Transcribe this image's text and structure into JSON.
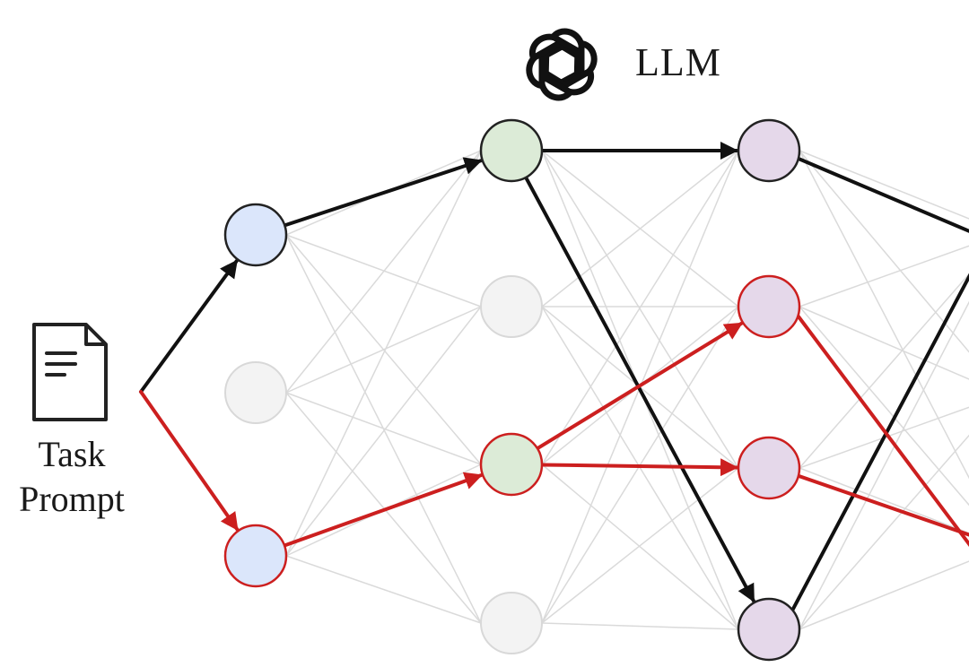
{
  "model": {
    "label": "LLM",
    "icon": "openai-logo-icon"
  },
  "input": {
    "label_line1": "Task",
    "label_line2": "Prompt",
    "icon": "document-icon"
  },
  "colors": {
    "path_black": "#111111",
    "path_red": "#cc1f1f",
    "grid_edge": "#dadada",
    "node_blue": "#dbe6fb",
    "node_green": "#dcebd7",
    "node_purple": "#e5d8ea",
    "node_inactive": "#f3f3f3",
    "node_inactive_stroke": "#d8d8d8"
  },
  "graph": {
    "layers": [
      {
        "id": "L1",
        "nodes": [
          {
            "id": "n1_0",
            "state": "blue"
          },
          {
            "id": "n1_1",
            "state": "inactive"
          },
          {
            "id": "n1_2",
            "state": "blue"
          }
        ]
      },
      {
        "id": "L2",
        "nodes": [
          {
            "id": "n2_0",
            "state": "green"
          },
          {
            "id": "n2_1",
            "state": "inactive"
          },
          {
            "id": "n2_2",
            "state": "green"
          },
          {
            "id": "n2_3",
            "state": "inactive"
          }
        ]
      },
      {
        "id": "L3",
        "nodes": [
          {
            "id": "n3_0",
            "state": "purple"
          },
          {
            "id": "n3_1",
            "state": "purple"
          },
          {
            "id": "n3_2",
            "state": "purple"
          },
          {
            "id": "n3_3",
            "state": "purple"
          }
        ]
      }
    ],
    "black_path": [
      [
        "input",
        "n1_0"
      ],
      [
        "n1_0",
        "n2_0"
      ],
      [
        "n2_0",
        "n3_0"
      ],
      [
        "n2_0",
        "n3_3"
      ]
    ],
    "red_path": [
      [
        "input",
        "n1_2"
      ],
      [
        "n1_2",
        "n2_2"
      ],
      [
        "n2_2",
        "n3_1"
      ],
      [
        "n2_2",
        "n3_2"
      ]
    ]
  }
}
